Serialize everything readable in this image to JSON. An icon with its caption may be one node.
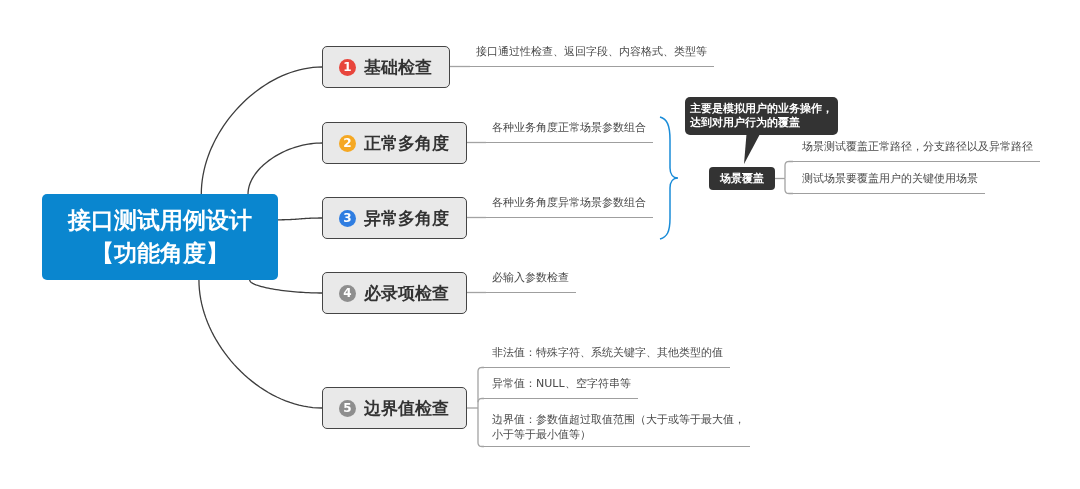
{
  "diagram": {
    "nodes": [
      {
        "text": [
          "接口测试用例设计【功能角度】"
        ]
      },
      {
        "text": [
          "1",
          "基础检查"
        ]
      },
      {
        "text": [
          "2",
          "正常多角度"
        ]
      },
      {
        "text": [
          "3",
          "异常多角度"
        ]
      },
      {
        "text": [
          "4",
          "必录项检查"
        ]
      },
      {
        "text": [
          "5",
          "边界值检查"
        ]
      },
      {
        "text": [
          "接口通过性检查、返回字段、内容格式、类型等"
        ]
      },
      {
        "text": [
          "各种业务角度正常场景参数组合"
        ]
      },
      {
        "text": [
          "各种业务角度异常场景参数组合"
        ]
      },
      {
        "text": [
          "必输入参数检查"
        ]
      },
      {
        "text": [
          "非法值：特殊字符、系统关键字、其他类型的值"
        ]
      },
      {
        "text": [
          "异常值：NULL、空字符串等"
        ]
      },
      {
        "text": [
          "边界值：参数值超过取值范围（大于或等于最大值，小于等于最小值等）"
        ]
      },
      {
        "text": [
          "主要是模拟用户的业务操作，达到对用户行为的覆盖"
        ]
      },
      {
        "text": [
          "场景覆盖"
        ]
      },
      {
        "text": [
          "场景测试覆盖正常路径，分支路径以及异常路径"
        ]
      },
      {
        "text": [
          "测试场景要覆盖用户的关键使用场景"
        ]
      }
    ],
    "edges": [
      {
        "from": 0,
        "to": 1,
        "arrow": "none",
        "color": "#3d3d3d"
      },
      {
        "from": 0,
        "to": 2,
        "arrow": "none",
        "color": "#3d3d3d"
      },
      {
        "from": 0,
        "to": 3,
        "arrow": "none",
        "color": "#3d3d3d"
      },
      {
        "from": 0,
        "to": 4,
        "arrow": "none",
        "color": "#3d3d3d"
      },
      {
        "from": 0,
        "to": 5,
        "arrow": "none",
        "color": "#3d3d3d"
      },
      {
        "from": 1,
        "to": 6,
        "arrow": "none"
      },
      {
        "from": 2,
        "to": 7,
        "arrow": "none"
      },
      {
        "from": 3,
        "to": 8,
        "arrow": "none"
      },
      {
        "from": 4,
        "to": 9,
        "arrow": "none"
      },
      {
        "from": 5,
        "to": 10,
        "arrow": "none"
      },
      {
        "from": 5,
        "to": 11,
        "arrow": "none"
      },
      {
        "from": 5,
        "to": 12,
        "arrow": "none"
      },
      {
        "from": 14,
        "to": 15,
        "arrow": "none"
      },
      {
        "from": 14,
        "to": 16,
        "arrow": "none"
      }
    ]
  }
}
